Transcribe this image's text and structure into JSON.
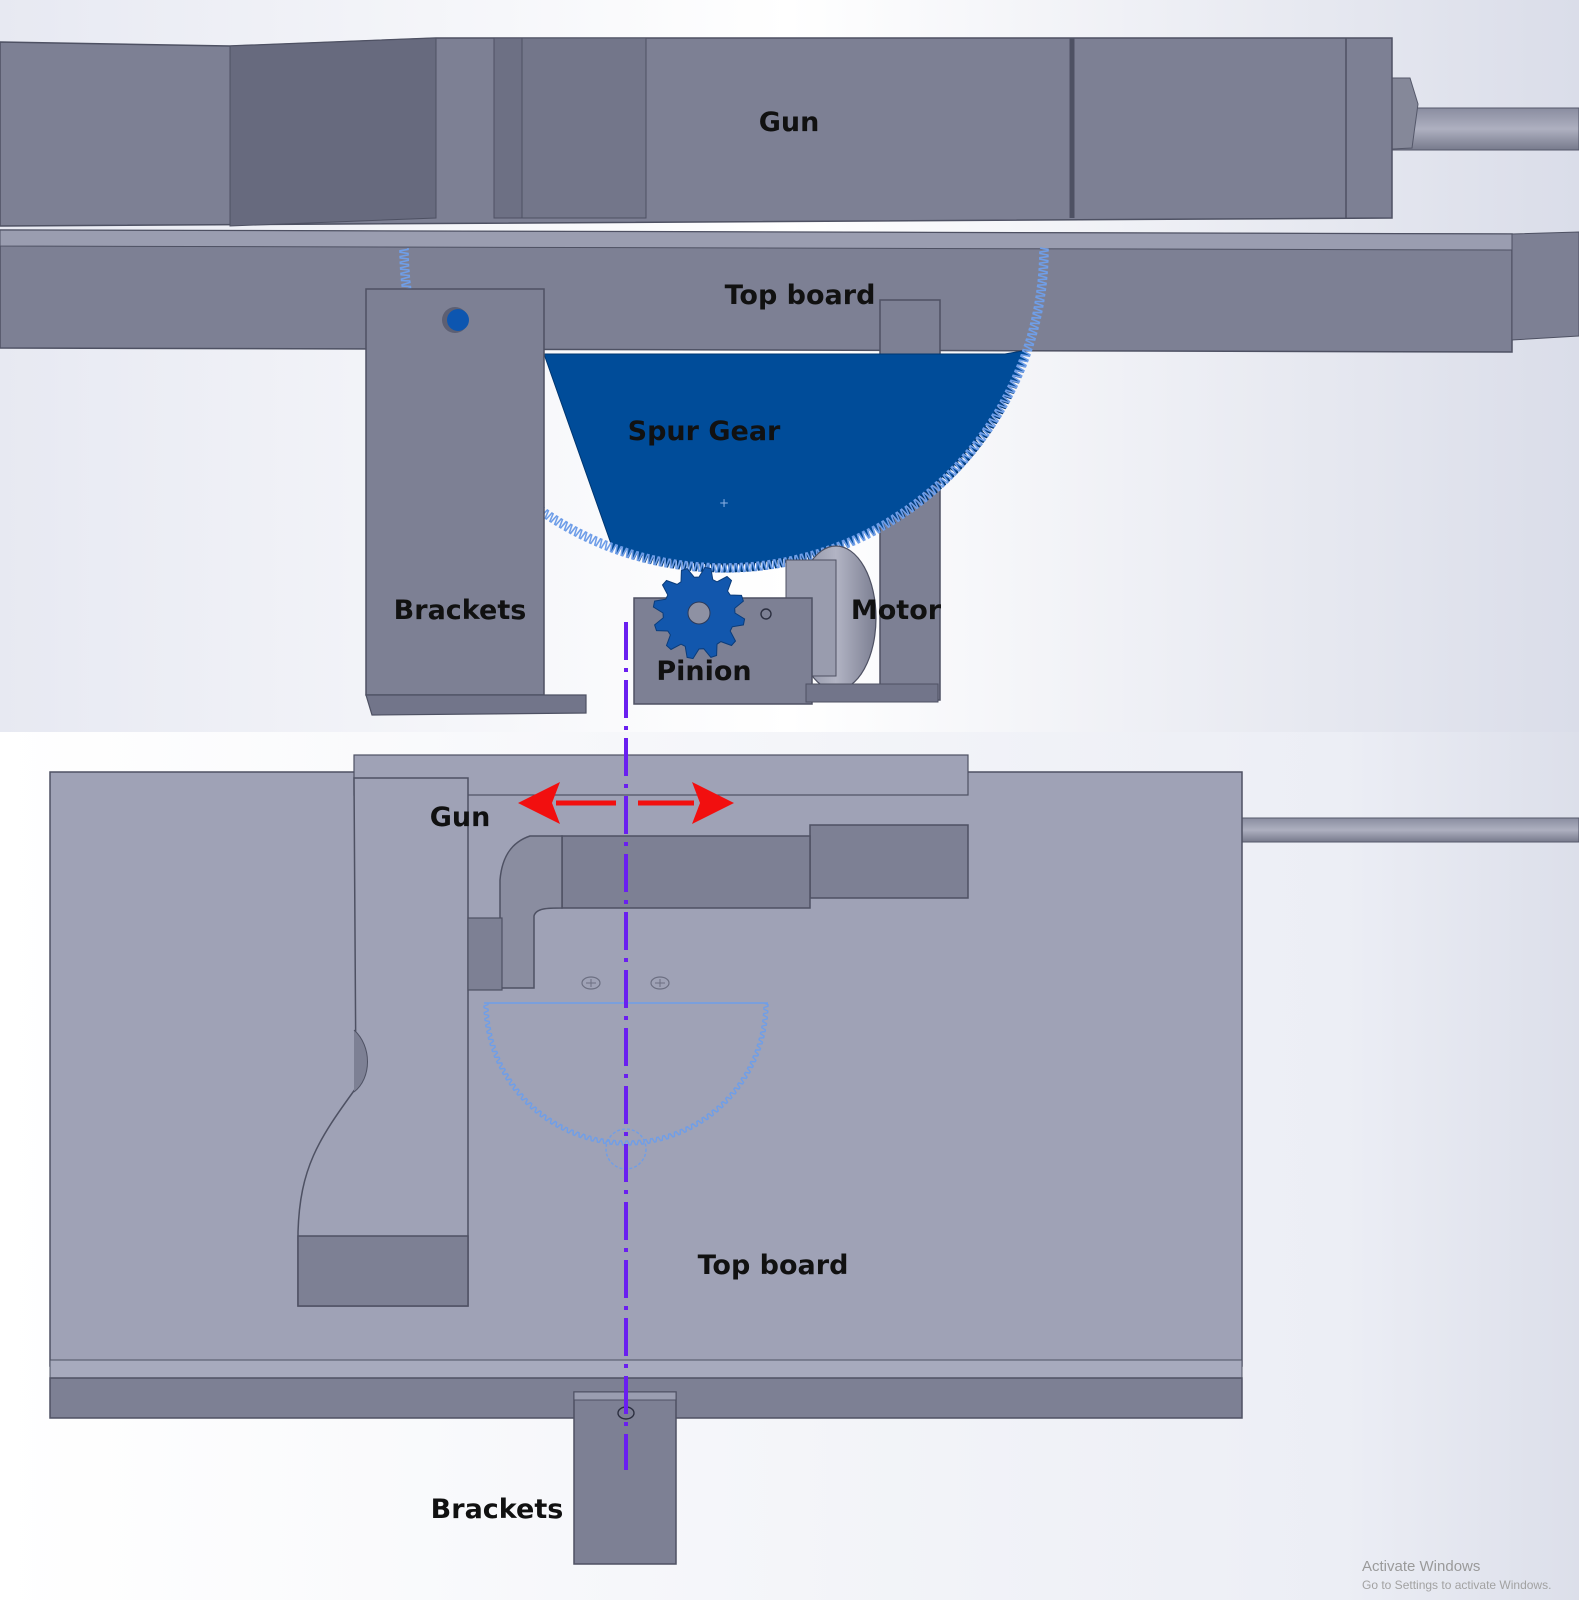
{
  "top_view": {
    "labels": {
      "gun": "Gun",
      "top_board": "Top board",
      "spur_gear": "Spur Gear",
      "brackets": "Brackets",
      "motor": "Motor",
      "pinion": "Pinion"
    }
  },
  "front_view": {
    "labels": {
      "gun": "Gun",
      "top_board": "Top board",
      "brackets": "Brackets"
    }
  },
  "watermark": {
    "line1": "Activate Windows",
    "line2": "Go to Settings to activate Windows."
  },
  "colors": {
    "gear_blue": "#004c99",
    "part_grey": "#7d8094",
    "board_grey": "#9fa2b6",
    "arrow_red": "#f20f0f",
    "centerline_purple": "#6a1ff0",
    "sketch_blue": "#6f9ee8"
  },
  "icons": [
    "left-arrow-icon",
    "right-arrow-icon"
  ]
}
